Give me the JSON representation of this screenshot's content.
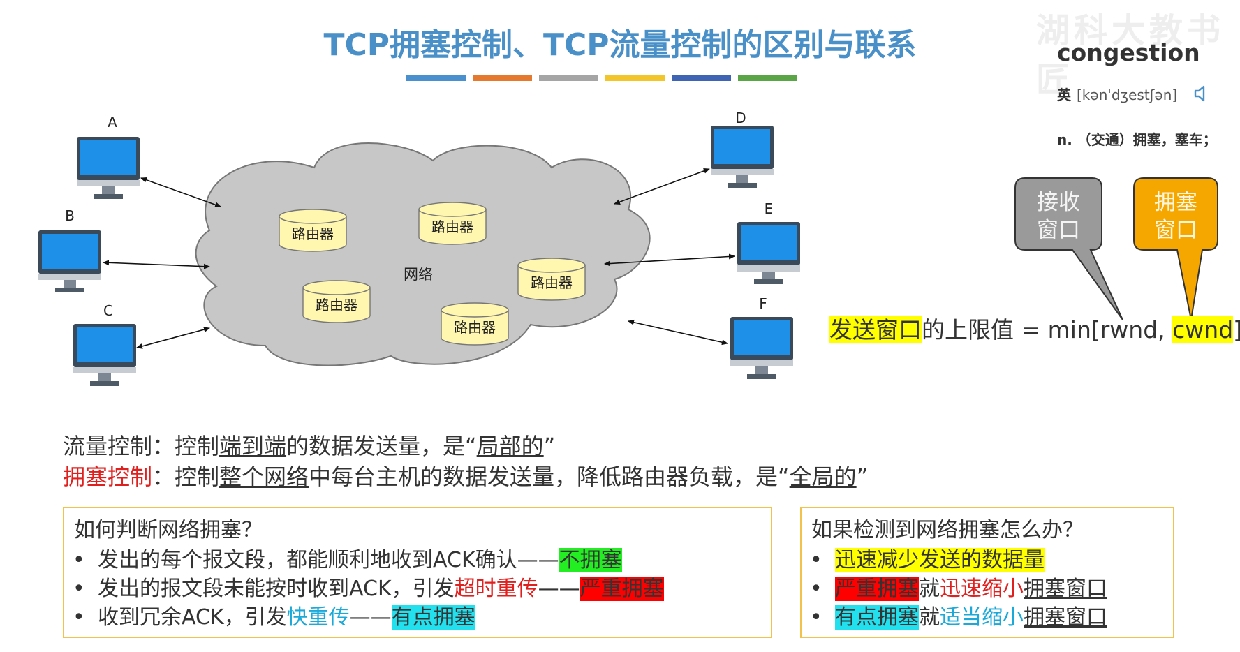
{
  "title": "TCP拥塞控制、TCP流量控制的区别与联系",
  "colors": {
    "bar1": "#4a8fce",
    "bar2": "#e57a2e",
    "bar3": "#a5a5a5",
    "bar4": "#f2c52a",
    "bar5": "#3f64b4",
    "bar6": "#5aa545"
  },
  "watermark": "湖科大教书匠",
  "dictionary": {
    "word": "congestion",
    "lang": "英",
    "phonetic": "[kənˈdʒestʃən]",
    "definition": "n. （交通）拥塞，塞车；"
  },
  "diagram": {
    "hosts": [
      "A",
      "B",
      "C",
      "D",
      "E",
      "F"
    ],
    "network_label": "网络",
    "router_label": "路由器"
  },
  "callouts": {
    "receive": [
      "接收",
      "窗口"
    ],
    "congestion": [
      "拥塞",
      "窗口"
    ]
  },
  "formula": {
    "term": "发送窗口",
    "mid": "的上限值 = min[rwnd, ",
    "cwnd": "cwnd",
    "end": "]"
  },
  "definitions": {
    "flow": {
      "label": "流量控制",
      "a": "：控制",
      "u1": "端到端",
      "b": "的数据发送量，是“",
      "u2": "局部的",
      "c": "”"
    },
    "congestion": {
      "label": "拥塞控制",
      "a": "：控制",
      "u1": "整个网络",
      "b": "中每台主机的数据发送量，降低路由器负载，是“",
      "u2": "全局的",
      "c": "”"
    }
  },
  "left_box": {
    "heading": "如何判断网络拥塞？",
    "item1": {
      "text": "发出的每个报文段，都能顺利地收到ACK确认——",
      "tag": "不拥塞"
    },
    "item2": {
      "text": "发出的报文段未能按时收到ACK，引发",
      "em": "超时重传",
      "dash": "——",
      "tag": "严重拥塞"
    },
    "item3": {
      "text": "收到冗余ACK，引发",
      "em": "快重传",
      "dash": "——",
      "tag": "有点拥塞"
    }
  },
  "right_box": {
    "heading": "如果检测到网络拥塞怎么办？",
    "item1": {
      "tag": "迅速减少发送的数据量"
    },
    "item2": {
      "tag": "严重拥塞",
      "mid": "就",
      "em": "迅速缩小",
      "tail": "拥塞窗口"
    },
    "item3": {
      "tag": "有点拥塞",
      "mid": "就",
      "em": "适当缩小",
      "tail": "拥塞窗口"
    }
  }
}
